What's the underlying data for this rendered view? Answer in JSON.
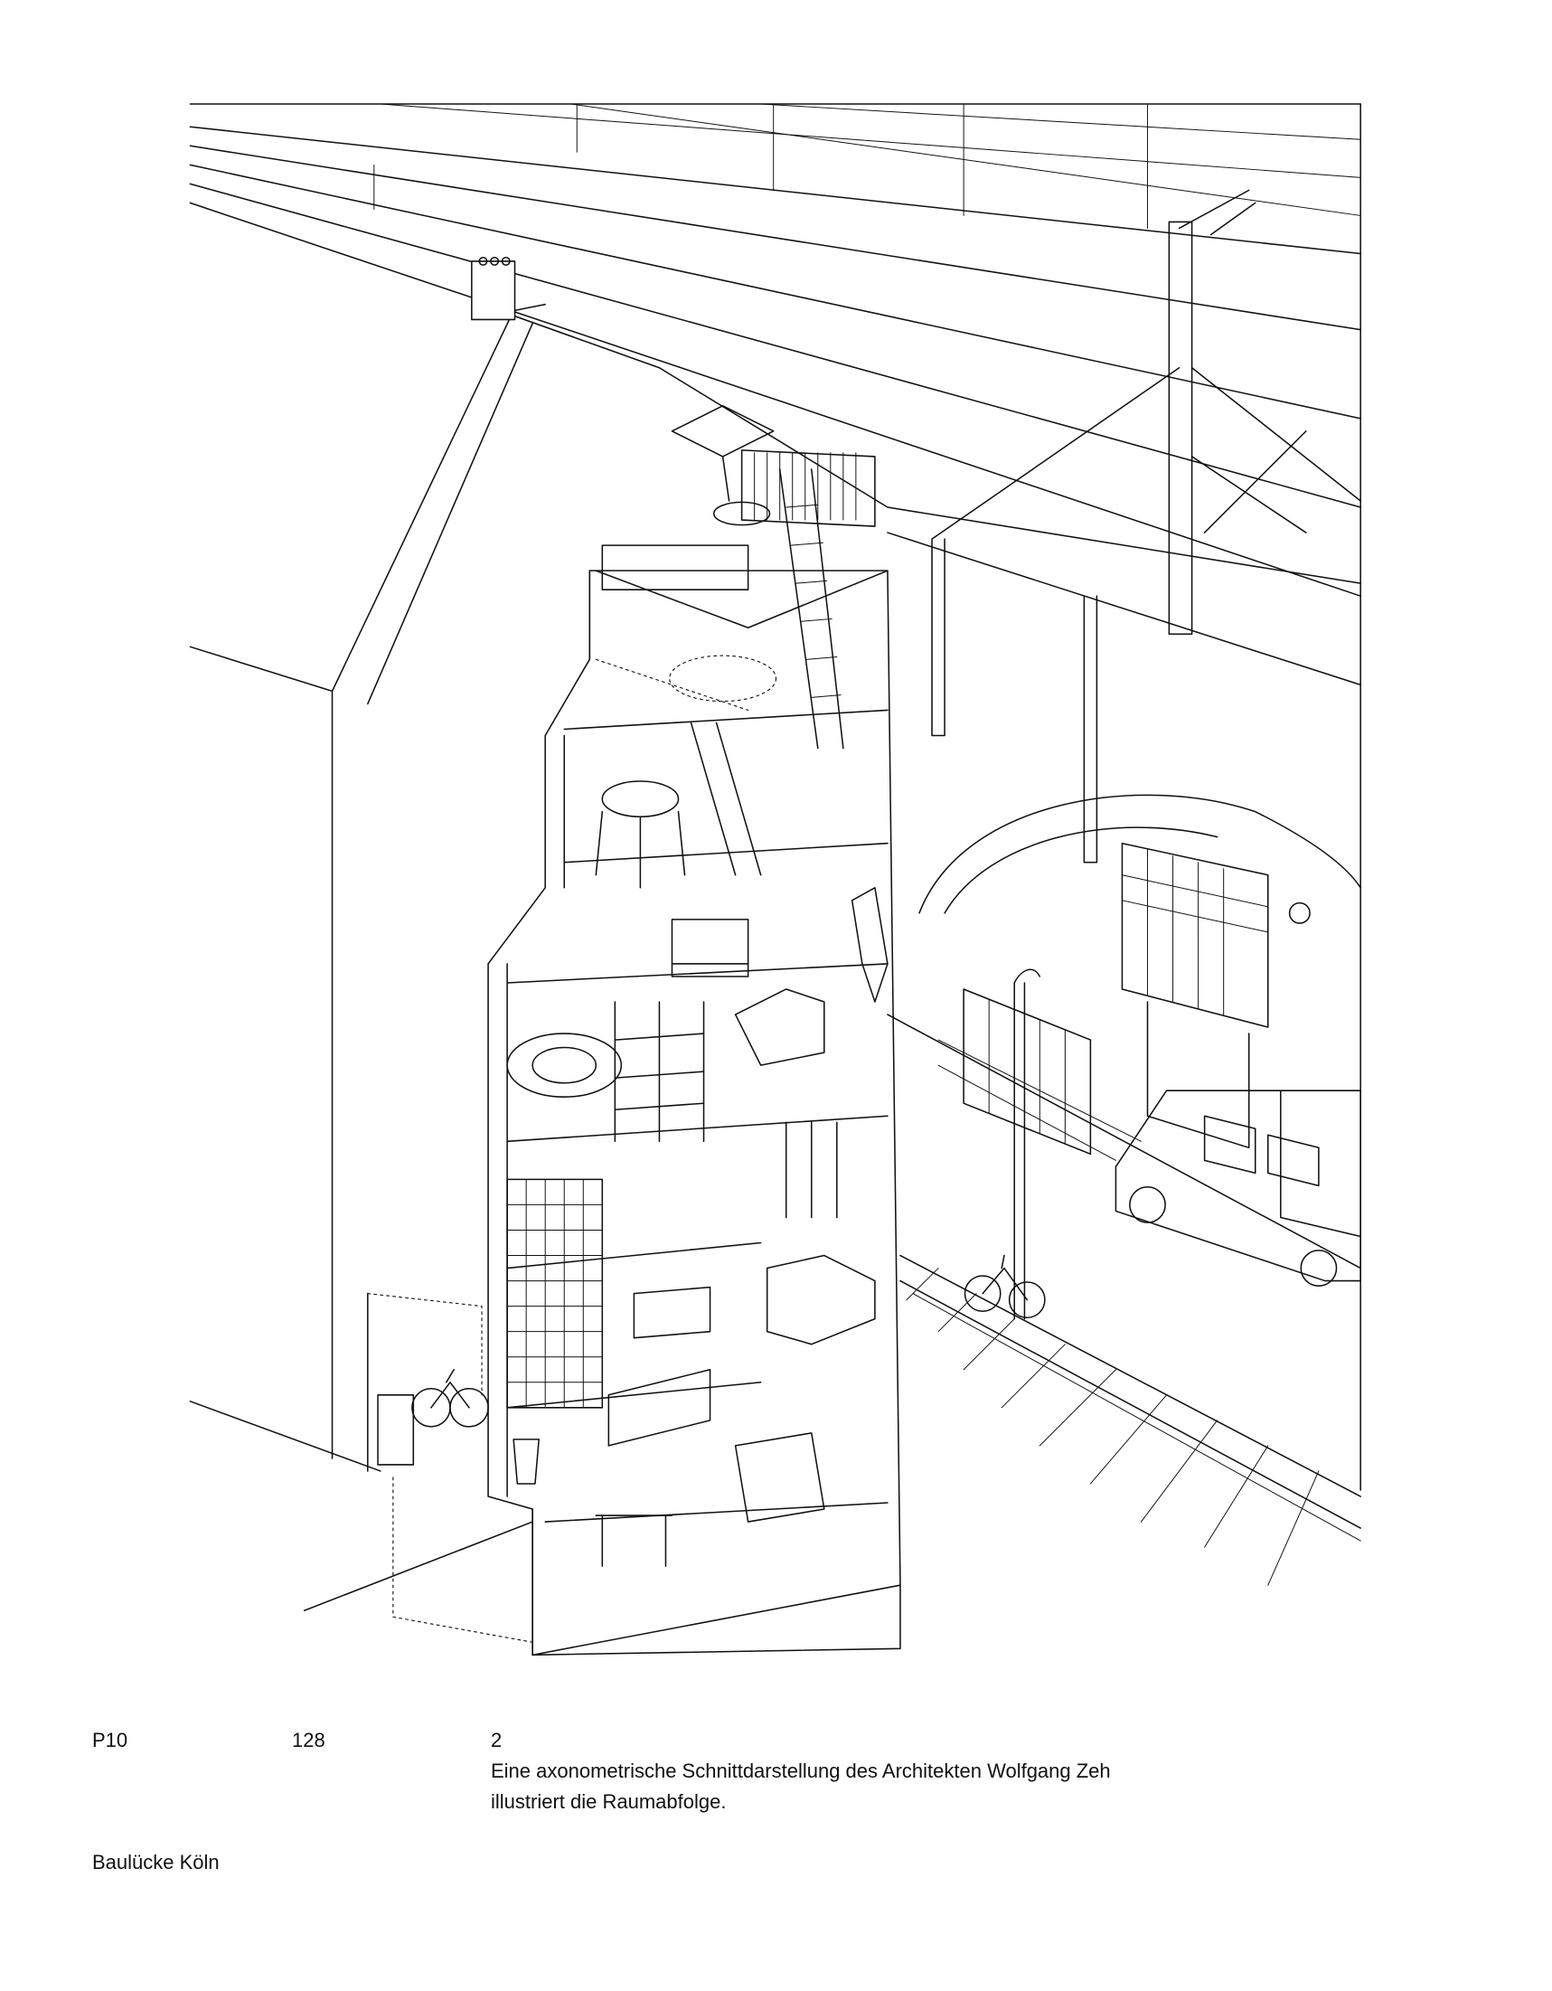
{
  "footer": {
    "section": "P10",
    "page_number": "128",
    "figure_number": "2",
    "caption_line1": "Eine axonometrische Schnittdarstellung des Architekten Wolfgang Zeh",
    "caption_line2": "illustriert die Raumabfolge.",
    "project_title": "Baulücke Köln"
  }
}
